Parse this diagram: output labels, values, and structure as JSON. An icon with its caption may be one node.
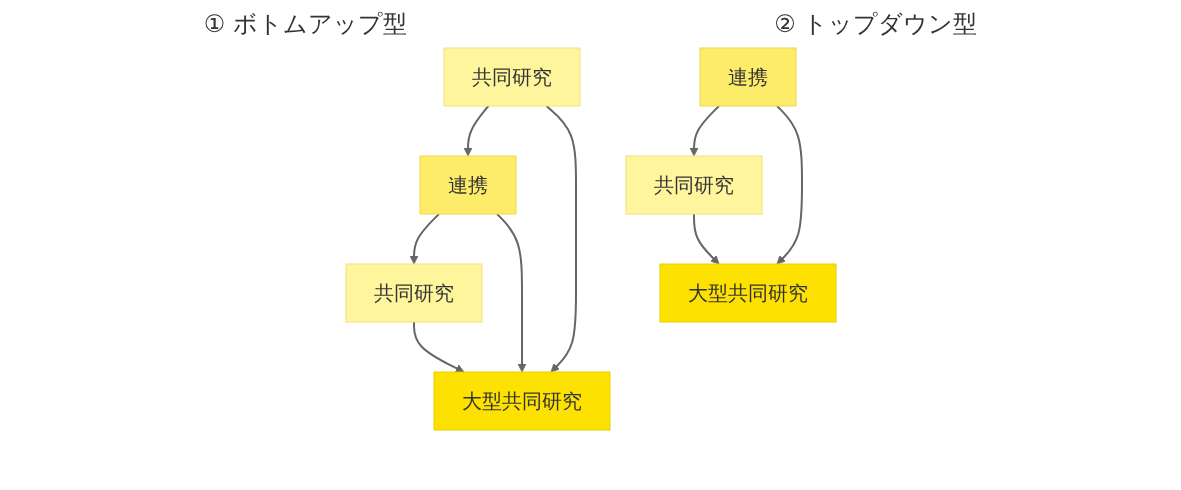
{
  "diagram": {
    "nodes": [
      {
        "text": [
          "共同研究"
        ]
      },
      {
        "text": [
          "連携"
        ]
      },
      {
        "text": [
          "共同研究"
        ]
      },
      {
        "text": [
          "大型共同研究"
        ]
      },
      {
        "text": [
          "連携"
        ]
      },
      {
        "text": [
          "共同研究"
        ]
      },
      {
        "text": [
          "大型共同研究"
        ]
      }
    ],
    "edges": [
      {
        "from": 0,
        "to": 1,
        "arrow": "to"
      },
      {
        "from": 0,
        "to": 3,
        "arrow": "to"
      },
      {
        "from": 1,
        "to": 2,
        "arrow": "to"
      },
      {
        "from": 1,
        "to": 3,
        "arrow": "to"
      },
      {
        "from": 2,
        "to": 3,
        "arrow": "to"
      },
      {
        "from": 4,
        "to": 5,
        "arrow": "to"
      },
      {
        "from": 4,
        "to": 6,
        "arrow": "to"
      },
      {
        "from": 5,
        "to": 6,
        "arrow": "to"
      }
    ],
    "labels": [
      "① ボトムアップ型",
      "② トップダウン型"
    ]
  }
}
